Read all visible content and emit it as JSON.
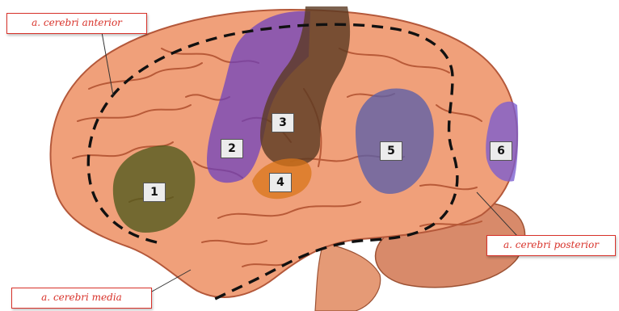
{
  "callouts": {
    "anterior": "a. cerebri anterior",
    "posterior": "a. cerebri posterior",
    "media": "a. cerebri media"
  },
  "regions": [
    {
      "label": "1",
      "color": "#4f5a1c"
    },
    {
      "label": "2",
      "color": "#6a3fc0"
    },
    {
      "label": "3",
      "color": "#5a3a22"
    },
    {
      "label": "4",
      "color": "#d9761a"
    },
    {
      "label": "5",
      "color": "#5b5fa8"
    },
    {
      "label": "6",
      "color": "#7a5ccf"
    }
  ],
  "colors": {
    "brain": "#f0a07a",
    "sulcus": "#b85a38",
    "cerebellum": "#d88a6a",
    "boundary": "#111111",
    "callout_border": "#d8322a"
  }
}
